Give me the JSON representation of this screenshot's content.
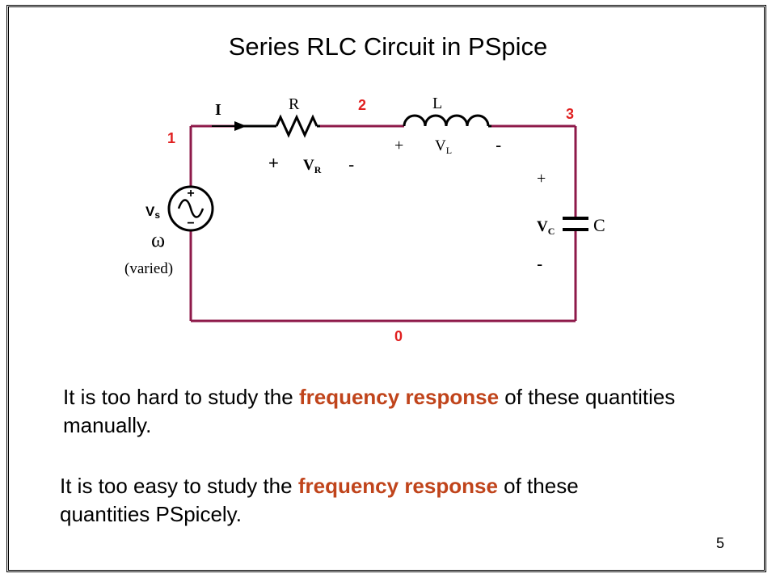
{
  "slide": {
    "title": "Series RLC Circuit in PSpice",
    "page_number": "5",
    "colors": {
      "wire": "#8e1a4a",
      "accent": "#c0441b",
      "node_label": "#e02020",
      "text": "#000000"
    }
  },
  "circuit": {
    "current_label": "I",
    "resistor_label": "R",
    "inductor_label": "L",
    "capacitor_label": "C",
    "source_label_main": "V",
    "source_label_sub": "s",
    "omega": "ω",
    "varied": "(varied)",
    "nodes": {
      "n0": "0",
      "n1": "1",
      "n2": "2",
      "n3": "3"
    },
    "vr": {
      "plus": "+",
      "main": "V",
      "sub": "R",
      "minus": "-"
    },
    "vl": {
      "plus": "+",
      "main": "V",
      "sub": "L",
      "minus": "-"
    },
    "vc": {
      "plus": "+",
      "main": "V",
      "sub": "C",
      "minus": "-"
    },
    "source_plus": "+",
    "source_minus": "−"
  },
  "text": {
    "p1_before": "It is too hard to study the ",
    "p1_highlight": "frequency response",
    "p1_after": " of these quantities manually.",
    "p2_before": "It is too easy to study the ",
    "p2_highlight": "frequency response",
    "p2_after": " of these quantities PSpicely."
  }
}
